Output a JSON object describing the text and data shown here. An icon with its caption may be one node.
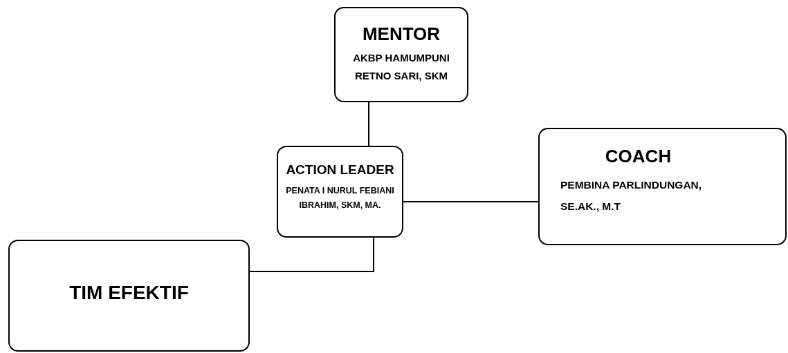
{
  "diagram": {
    "nodes": [
      {
        "text": [
          "MENTOR",
          "AKBP HAMUMPUNI RETNO SARI, SKM"
        ]
      },
      {
        "text": [
          "ACTION LEADER",
          "PENATA I NURUL FEBIANI IBRAHIM, SKM, MA."
        ]
      },
      {
        "text": [
          "COACH",
          "PEMBINA PARLINDUNGAN, SE.AK., M.T"
        ]
      },
      {
        "text": [
          "TIM EFEKTIF"
        ]
      }
    ],
    "edges": [
      {
        "from": 0,
        "to": 1,
        "arrow": "none"
      },
      {
        "from": 1,
        "to": 2,
        "arrow": "none"
      },
      {
        "from": 1,
        "to": 3,
        "arrow": "none"
      }
    ]
  }
}
